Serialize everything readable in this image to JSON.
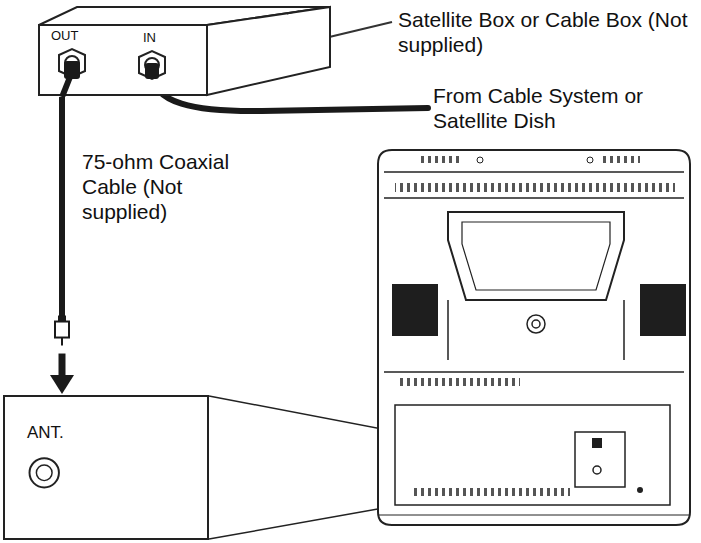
{
  "diagram": {
    "nodes": [
      {
        "text": [
          "OUT",
          "IN"
        ]
      },
      {
        "text": [
          "ANT."
        ]
      }
    ],
    "edges": [
      {
        "from": 0,
        "to": 1,
        "arrow": "to",
        "label": "75-ohm Coaxial Cable (Not supplied)"
      }
    ],
    "labels": [
      "Satellite Box or Cable Box (Not supplied)",
      "From Cable System or Satellite Dish"
    ]
  }
}
